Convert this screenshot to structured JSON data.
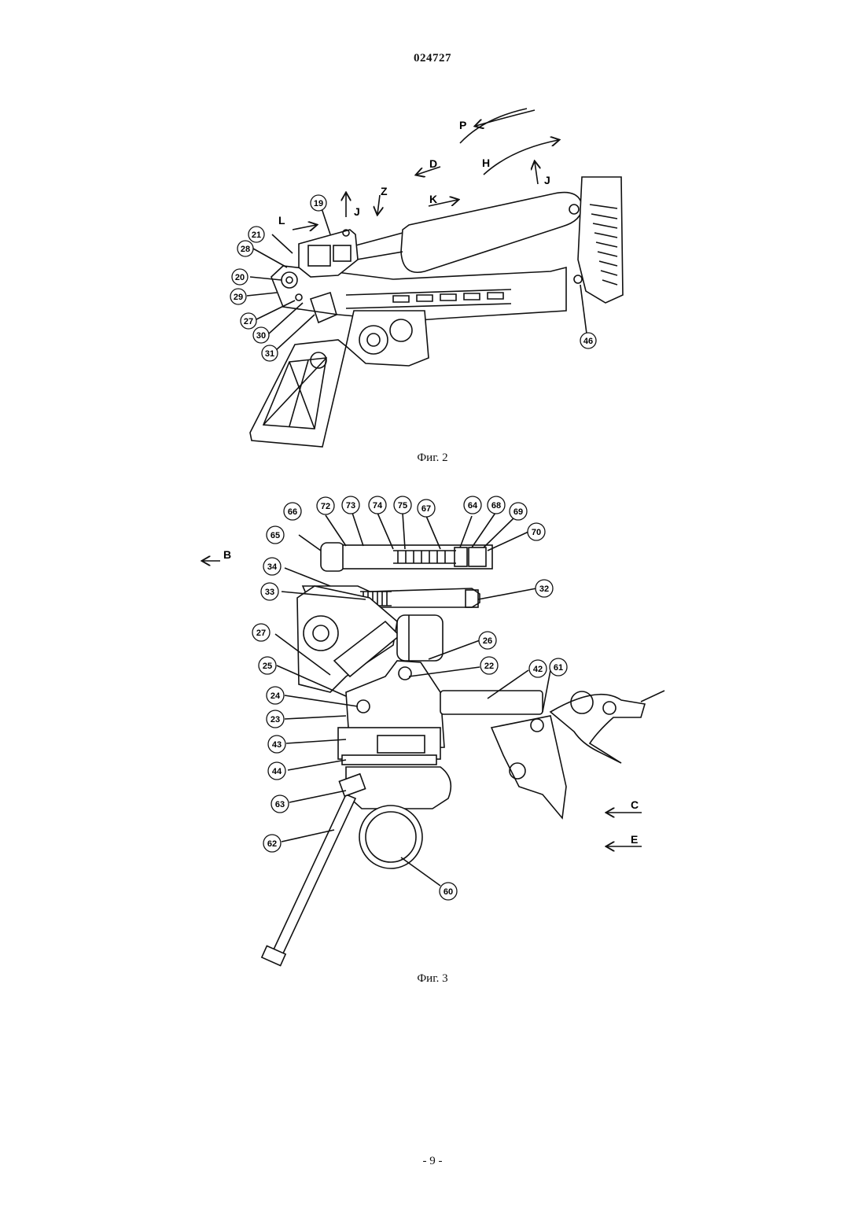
{
  "header": {
    "doc_number": "024727"
  },
  "figure2": {
    "caption": "Фиг. 2",
    "direction_letters": [
      "P",
      "D",
      "H",
      "J",
      "Z",
      "K",
      "L",
      "J"
    ],
    "part_numbers": [
      "19",
      "21",
      "28",
      "20",
      "29",
      "27",
      "30",
      "31",
      "46"
    ]
  },
  "figure3": {
    "caption": "Фиг. 3",
    "direction_letters": [
      "B",
      "C",
      "E"
    ],
    "part_numbers": [
      "66",
      "72",
      "73",
      "74",
      "75",
      "67",
      "64",
      "68",
      "69",
      "70",
      "65",
      "34",
      "33",
      "32",
      "27",
      "26",
      "25",
      "22",
      "42",
      "61",
      "24",
      "23",
      "43",
      "44",
      "63",
      "62",
      "60"
    ]
  },
  "footer": {
    "page_number": "- 9 -"
  }
}
